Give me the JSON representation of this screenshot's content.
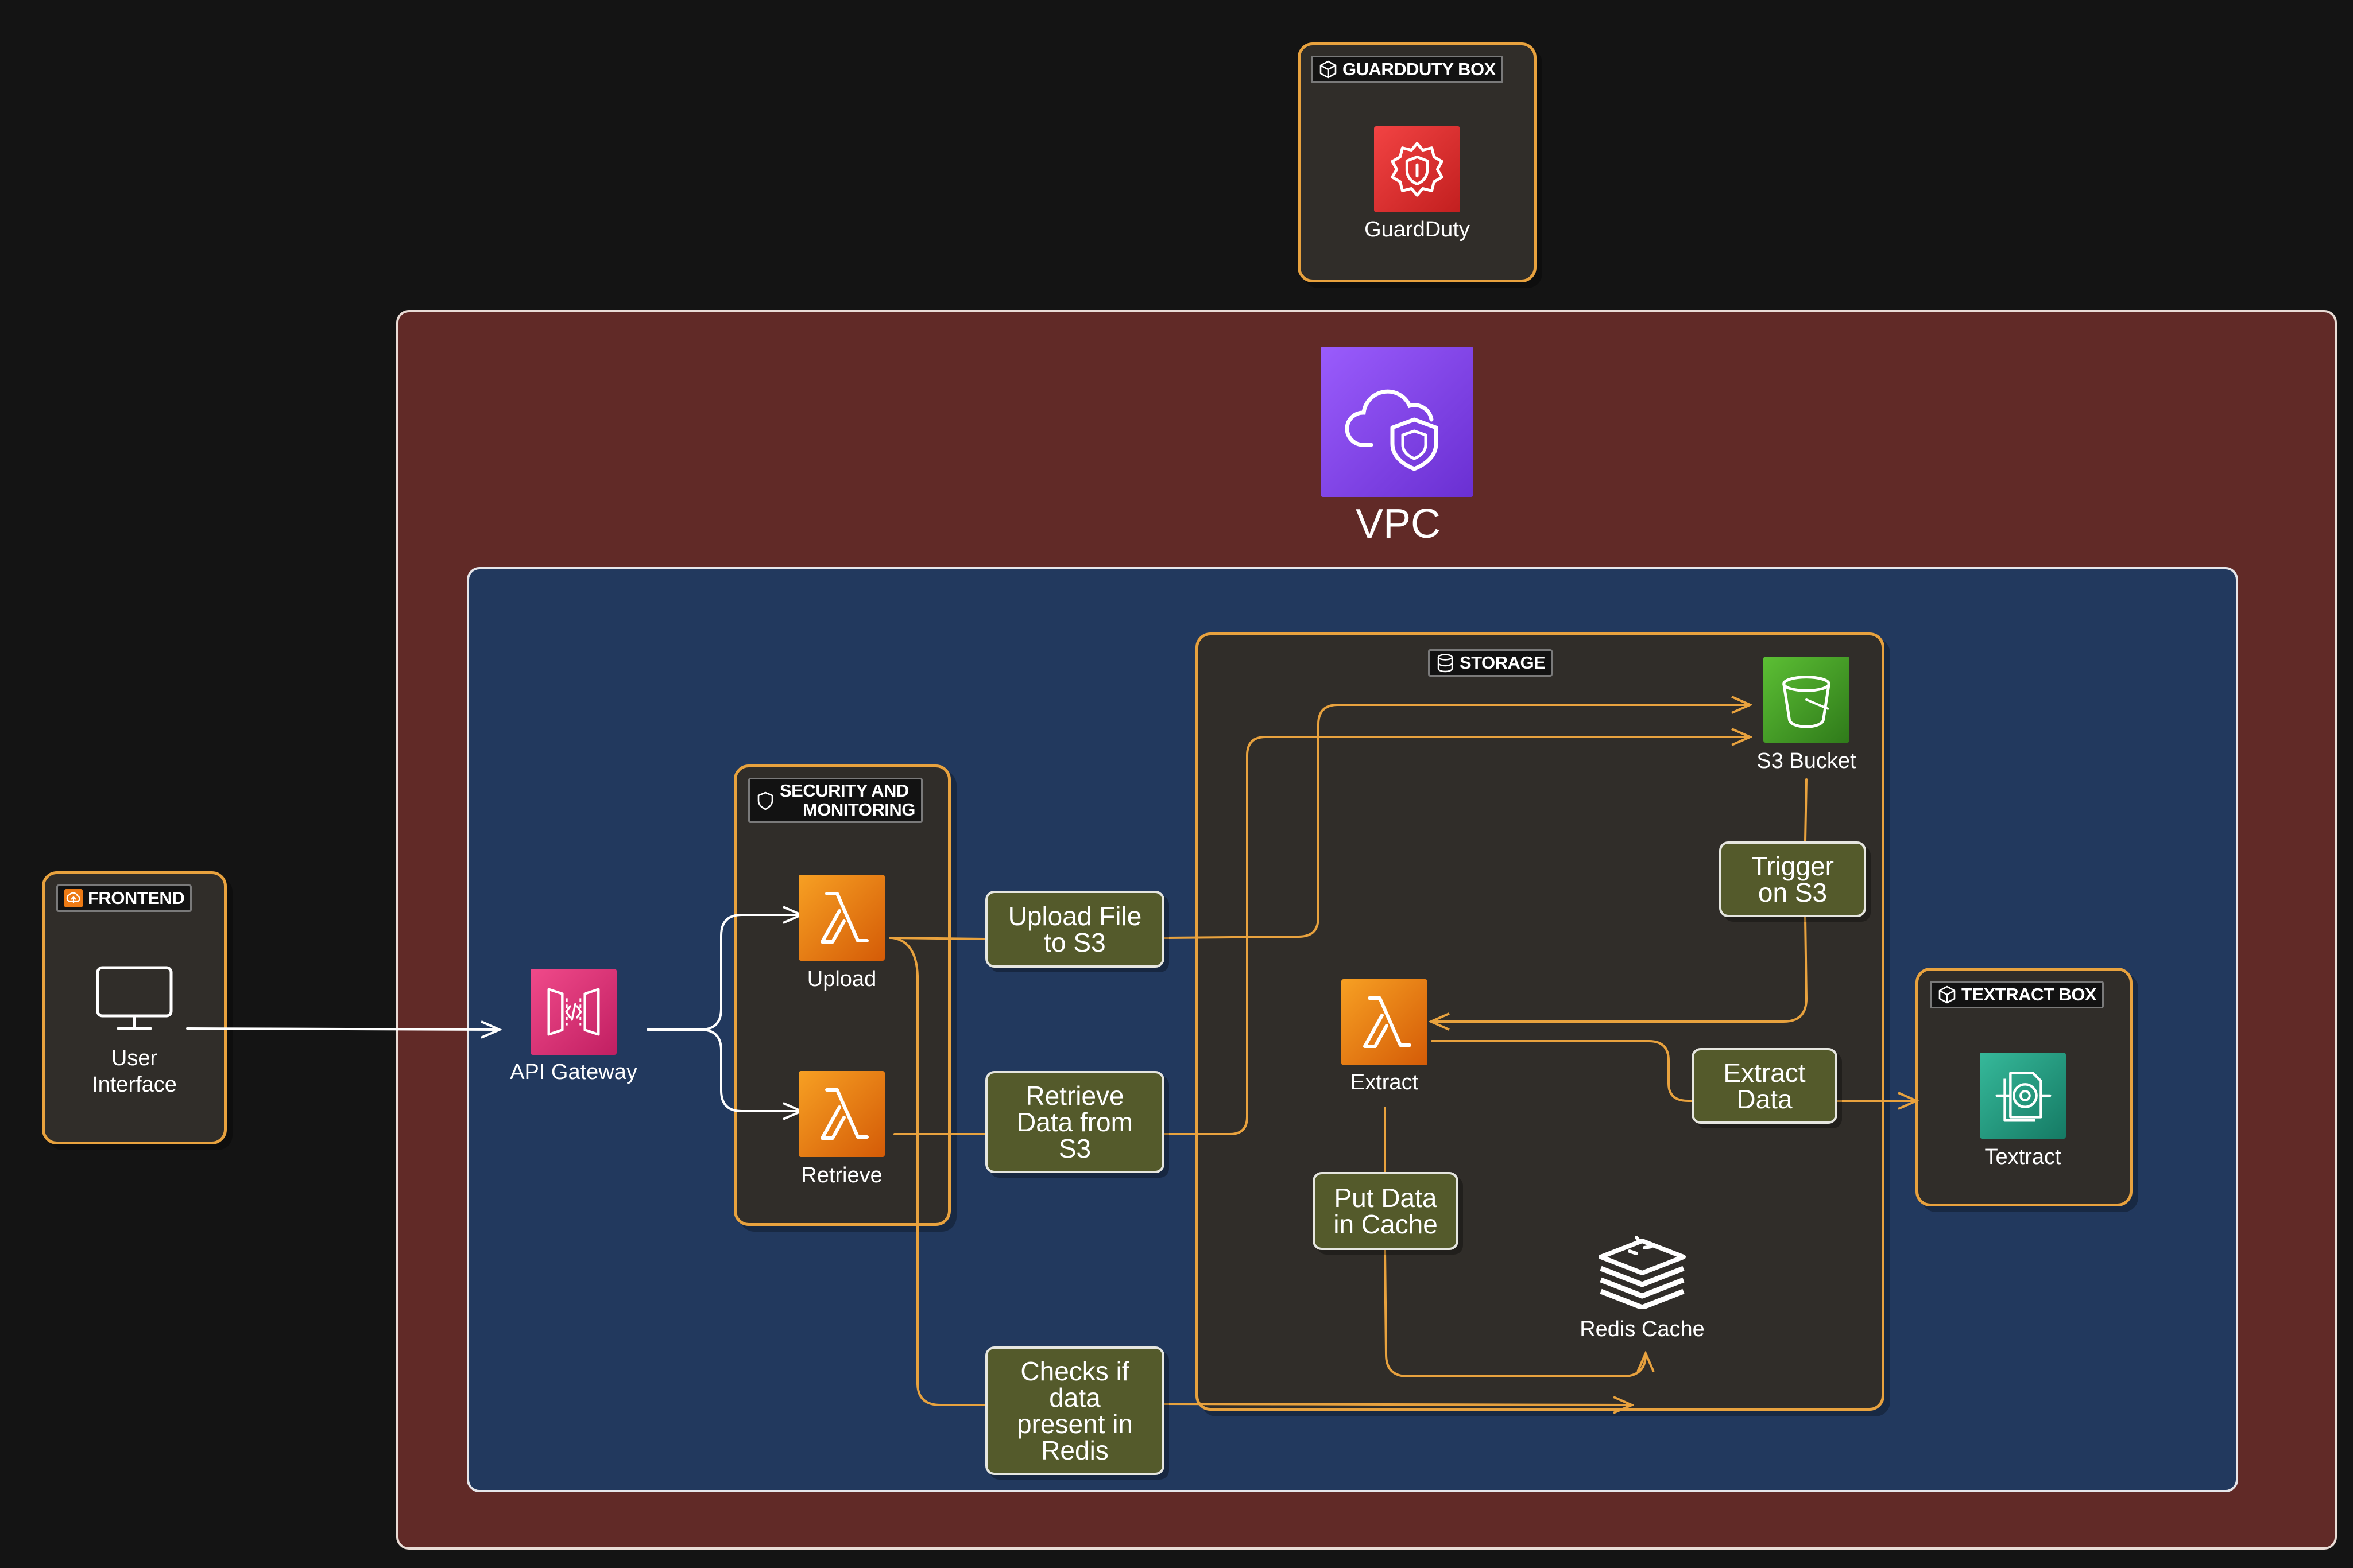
{
  "diagram": {
    "vpc_label": "VPC",
    "groups": {
      "guardduty_box": "GUARDDUTY BOX",
      "frontend": "FRONTEND",
      "security": [
        "SECURITY AND",
        "MONITORING"
      ],
      "storage": "STORAGE",
      "textract_box": "TEXTRACT BOX"
    },
    "nodes": {
      "guardduty": "GuardDuty",
      "user_interface": [
        "User",
        "Interface"
      ],
      "api_gateway": "API Gateway",
      "upload": "Upload",
      "retrieve": "Retrieve",
      "s3_bucket": "S3 Bucket",
      "extract": "Extract",
      "redis_cache": "Redis Cache",
      "textract": "Textract"
    },
    "edge_labels": {
      "upload_file": [
        "Upload File",
        "to S3"
      ],
      "retrieve_data": [
        "Retrieve",
        "Data from",
        "S3"
      ],
      "checks_redis": [
        "Checks if",
        "data",
        "present in",
        "Redis"
      ],
      "trigger_s3": [
        "Trigger",
        "on S3"
      ],
      "extract_data": [
        "Extract",
        "Data"
      ],
      "put_cache": [
        "Put Data",
        "in Cache"
      ]
    },
    "colors": {
      "background": "#141414",
      "vpc_fill": "#612a27",
      "inner_fill": "#22395e",
      "group_fill": "#302d29",
      "group_border": "#e8a23e",
      "arrow_orange": "#e8a23e",
      "arrow_white": "#ffffff",
      "note_fill": "#545a2b",
      "guardduty": "#dd3131",
      "vpc_icon": "#8a4cf0",
      "api_gateway": "#e4307a",
      "lambda": "#ed7a14",
      "s3": "#3f9a24",
      "textract": "#1f9a80"
    }
  }
}
